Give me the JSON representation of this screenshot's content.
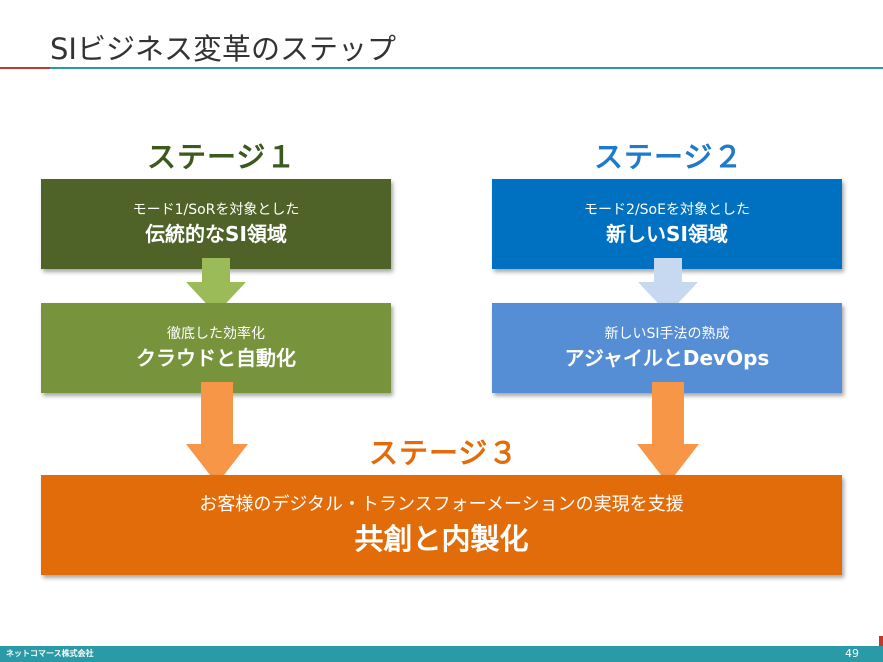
{
  "slide": {
    "title": "SIビジネス変革のステップ",
    "page_number": "49",
    "company": "ネットコマース株式会社"
  },
  "stages": {
    "stage1": {
      "label": "ステージ１",
      "color": "#3c5a1e",
      "box1": {
        "sub": "モード1/SoRを対象とした",
        "main": "伝統的なSI領域",
        "color": "#4f6228"
      },
      "box2": {
        "sub": "徹底した効率化",
        "main": "クラウドと自動化",
        "color": "#77933c"
      }
    },
    "stage2": {
      "label": "ステージ２",
      "color": "#1f7ac9",
      "box1": {
        "sub": "モード2/SoEを対象とした",
        "main": "新しいSI領域",
        "color": "#0070c0"
      },
      "box2": {
        "sub": "新しいSI手法の熟成",
        "main": "アジャイルとDevOps",
        "color": "#558ed5"
      }
    },
    "stage3": {
      "label": "ステージ３",
      "color": "#e36c09",
      "box": {
        "sub": "お客様のデジタル・トランスフォーメーションの実現を支援",
        "main": "共創と内製化",
        "color": "#e36c0a"
      }
    }
  },
  "arrows": {
    "green": "#9bbb59",
    "light_blue": "#c6d9f1",
    "orange": "#f79646"
  }
}
